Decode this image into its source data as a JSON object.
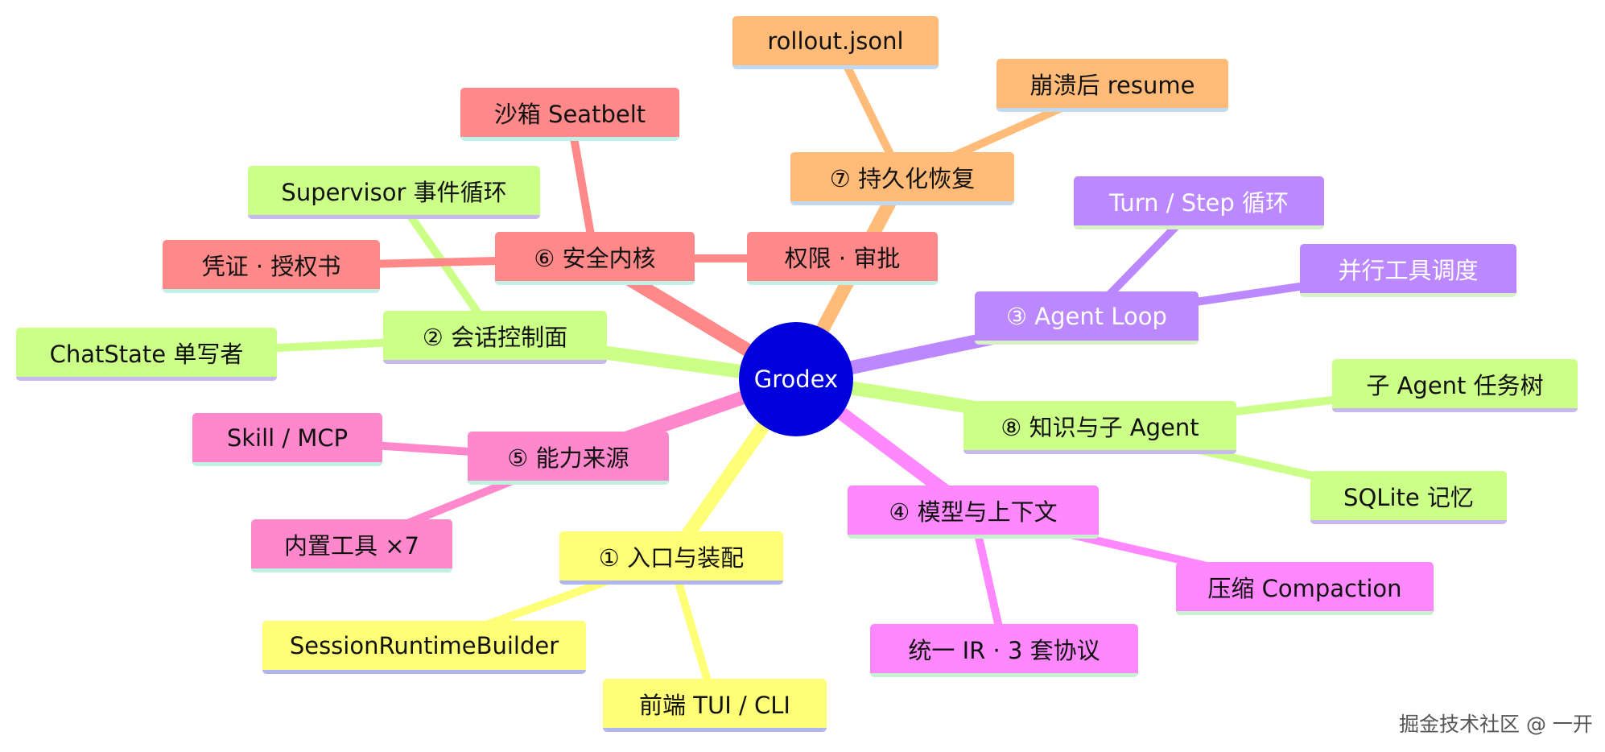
{
  "root": {
    "label": "Grodex",
    "color": "#0000dd"
  },
  "watermark": "掘金技术社区 @ 一开",
  "branches": [
    {
      "id": "b1",
      "label": "① 入口与装配",
      "color": "#ffff77",
      "line": "#ffff77",
      "text": "dark",
      "children": [
        {
          "id": "c1a",
          "label": "SessionRuntimeBuilder"
        },
        {
          "id": "c1b",
          "label": "前端 TUI / CLI"
        }
      ]
    },
    {
      "id": "b2",
      "label": "② 会话控制面",
      "color": "#ccff88",
      "line": "#ccff88",
      "text": "dark",
      "children": [
        {
          "id": "c2a",
          "label": "Supervisor 事件循环"
        },
        {
          "id": "c2b",
          "label": "ChatState 单写者"
        }
      ]
    },
    {
      "id": "b3",
      "label": "③ Agent Loop",
      "color": "#bb88ff",
      "line": "#bb88ff",
      "text": "light",
      "children": [
        {
          "id": "c3a",
          "label": "Turn / Step 循环"
        },
        {
          "id": "c3b",
          "label": "并行工具调度"
        }
      ]
    },
    {
      "id": "b4",
      "label": "④ 模型与上下文",
      "color": "#ff88ff",
      "line": "#ff88ff",
      "text": "dark",
      "children": [
        {
          "id": "c4a",
          "label": "统一 IR · 3 套协议"
        },
        {
          "id": "c4b",
          "label": "压缩 Compaction"
        }
      ]
    },
    {
      "id": "b5",
      "label": "⑤ 能力来源",
      "color": "#ff88cc",
      "line": "#ff88cc",
      "text": "dark",
      "children": [
        {
          "id": "c5a",
          "label": "Skill / MCP"
        },
        {
          "id": "c5b",
          "label": "内置工具 ×7"
        }
      ]
    },
    {
      "id": "b6",
      "label": "⑥ 安全内核",
      "color": "#ff8888",
      "line": "#ff8888",
      "text": "dark",
      "children": [
        {
          "id": "c6a",
          "label": "沙箱 Seatbelt"
        },
        {
          "id": "c6b",
          "label": "凭证 · 授权书"
        },
        {
          "id": "c6c",
          "label": "权限 · 审批"
        }
      ]
    },
    {
      "id": "b7",
      "label": "⑦ 持久化恢复",
      "color": "#ffbb77",
      "line": "#ffbb77",
      "text": "dark",
      "children": [
        {
          "id": "c7a",
          "label": "rollout.jsonl"
        },
        {
          "id": "c7b",
          "label": "崩溃后 resume"
        }
      ]
    },
    {
      "id": "b8",
      "label": "⑧ 知识与子 Agent",
      "color": "#ccff88",
      "line": "#ccff88",
      "text": "dark",
      "children": [
        {
          "id": "c8a",
          "label": "子 Agent 任务树"
        },
        {
          "id": "c8b",
          "label": "SQLite 记忆"
        }
      ]
    }
  ]
}
